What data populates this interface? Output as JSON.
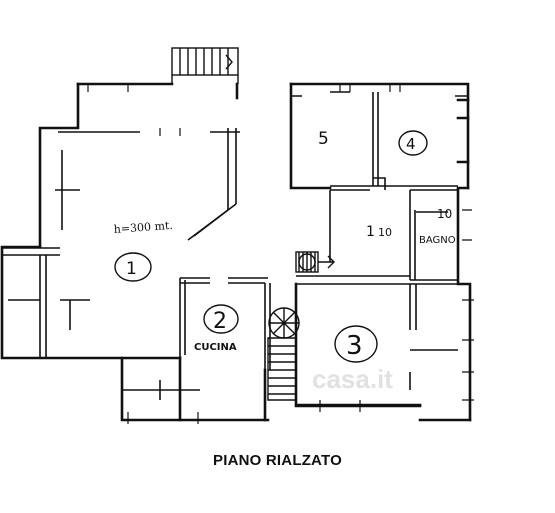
{
  "labels": {
    "room_5": "5",
    "room_4": "4",
    "room_1": "1",
    "room_2": "2",
    "room_3": "3",
    "height_note": "h=300 mt.",
    "corridor_num": "1",
    "corridor_suffix": "10",
    "bath_num": "10",
    "bath_label": "BAGNO",
    "kitchen_label": "CUCINA",
    "watermark": "casa.it"
  },
  "caption": "PIANO RIALZATO"
}
